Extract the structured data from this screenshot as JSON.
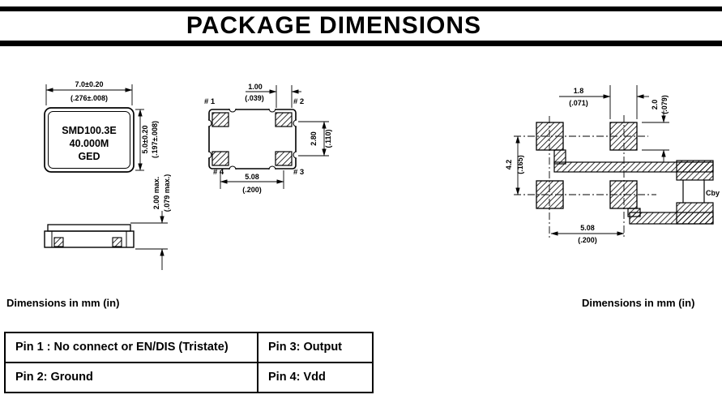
{
  "header": {
    "title": "PACKAGE DIMENSIONS"
  },
  "top_view": {
    "marking_line1": "SMD100.3E",
    "marking_line2": "40.000M",
    "marking_line3": "GED",
    "width_mm": "7.0±0.20",
    "width_in": "(.276±.008)",
    "height_mm": "5.0±0.20",
    "height_in": "(.197±.008)"
  },
  "side_view": {
    "thickness_mm": "2.00 max.",
    "thickness_in": "(.079 max.)"
  },
  "bottom_view": {
    "pin1": "# 1",
    "pin2": "# 2",
    "pin3": "# 3",
    "pin4": "# 4",
    "pad_width_mm": "1.00",
    "pad_width_in": "(.039)",
    "pad_height_mm": "2.80",
    "pad_height_in": "(.110)",
    "pad_pitch_mm": "5.08",
    "pad_pitch_in": "(.200)"
  },
  "land_pattern": {
    "pad_width_mm": "1.8",
    "pad_width_in": "(.071)",
    "pad_height_mm": "2.0",
    "pad_height_in": "(.079)",
    "row_pitch_mm": "4.2",
    "row_pitch_in": "(.165)",
    "col_pitch_mm": "5.08",
    "col_pitch_in": "(.200)",
    "bypass_cap_label": "Cby"
  },
  "notes": {
    "left": "Dimensions in mm (in)",
    "right": "Dimensions in mm (in)"
  },
  "pin_table": {
    "r1c1": "Pin 1 : No connect or EN/DIS (Tristate)",
    "r1c2": "Pin 3: Output",
    "r2c1": "Pin 2: Ground",
    "r2c2": "Pin 4: Vdd"
  },
  "colors": {
    "ink": "#000000",
    "paper": "#ffffff"
  }
}
